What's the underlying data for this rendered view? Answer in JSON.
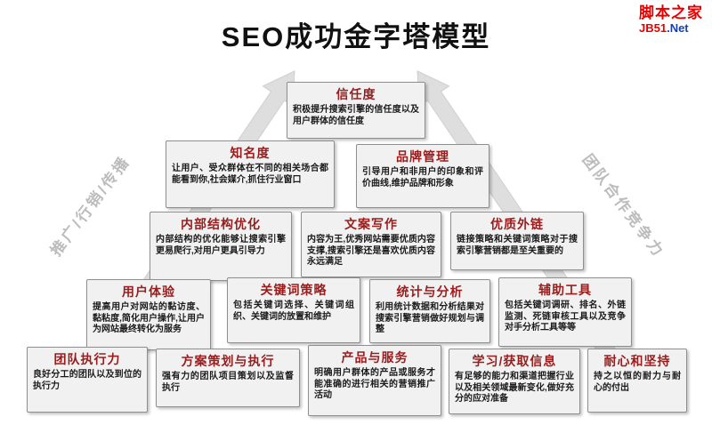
{
  "title": "SEO成功金字塔模型",
  "logo": {
    "name": "脚本之家",
    "site_red": "JB51",
    "site_blue": ".Net"
  },
  "side_labels": {
    "left": "推广/行销/传播",
    "right": "团队合作竞争力"
  },
  "boxes": {
    "trust": {
      "title": "信任度",
      "body": "积极提升搜索引擎的信任度以及用户群体的信任度"
    },
    "fame": {
      "title": "知名度",
      "body": "让用户、受众群体在不同的相关场合都能看到你,社会媒介,抓住行业窗口"
    },
    "brand": {
      "title": "品牌管理",
      "body": "引导用户和非用户的印象和评价曲线,维护品牌和形象"
    },
    "structure": {
      "title": "内部结构优化",
      "body": "内部结构的优化能够让搜索引擎更易爬行,对用户更具引导力"
    },
    "copywriting": {
      "title": "文案写作",
      "body": "内容为王,优秀网站需要优质内容支撑,搜索引擎还是喜欢优质内容永远满足"
    },
    "links": {
      "title": "优质外链",
      "body": "链接策略和关键词策略对于搜索引擎营销都是至关重要的"
    },
    "ux": {
      "title": "用户体验",
      "body": "提高用户对网站的黏访度、黏粘度,简化用户操作,让用户为网站最终转化为服务"
    },
    "keywords": {
      "title": "关键词策略",
      "body": "包括关键词选择、关键词组织、关键词的放置和维护"
    },
    "analytics": {
      "title": "统计与分析",
      "body": "利用统计数据和分析结果对搜索引擎营销做好规划与调整"
    },
    "tools": {
      "title": "辅助工具",
      "body": "包括关键词调研、排名、外链监测、死链审核工具以及竞争对手分析工具等等"
    },
    "team": {
      "title": "团队执行力",
      "body": "良好分工的团队以及到位的执行力"
    },
    "planning": {
      "title": "方案策划与执行",
      "body": "强有力的团队项目策划以及监督执行"
    },
    "product": {
      "title": "产品与服务",
      "body": "明确用户群体的产品或服务才能准确的进行相关的营销推广活动"
    },
    "learning": {
      "title": "学习/获取信息",
      "body": "有足够的能力和渠道把握行业以及相关领域最新变化,做好充分的应对准备"
    },
    "patience": {
      "title": "耐心和坚持",
      "body": "持之以恒的耐力与耐心的付出"
    }
  },
  "colors": {
    "box_title": "#9b1c1c",
    "arrow": "#dedede",
    "logo_red": "#e60000",
    "logo_blue": "#1a3fae"
  }
}
